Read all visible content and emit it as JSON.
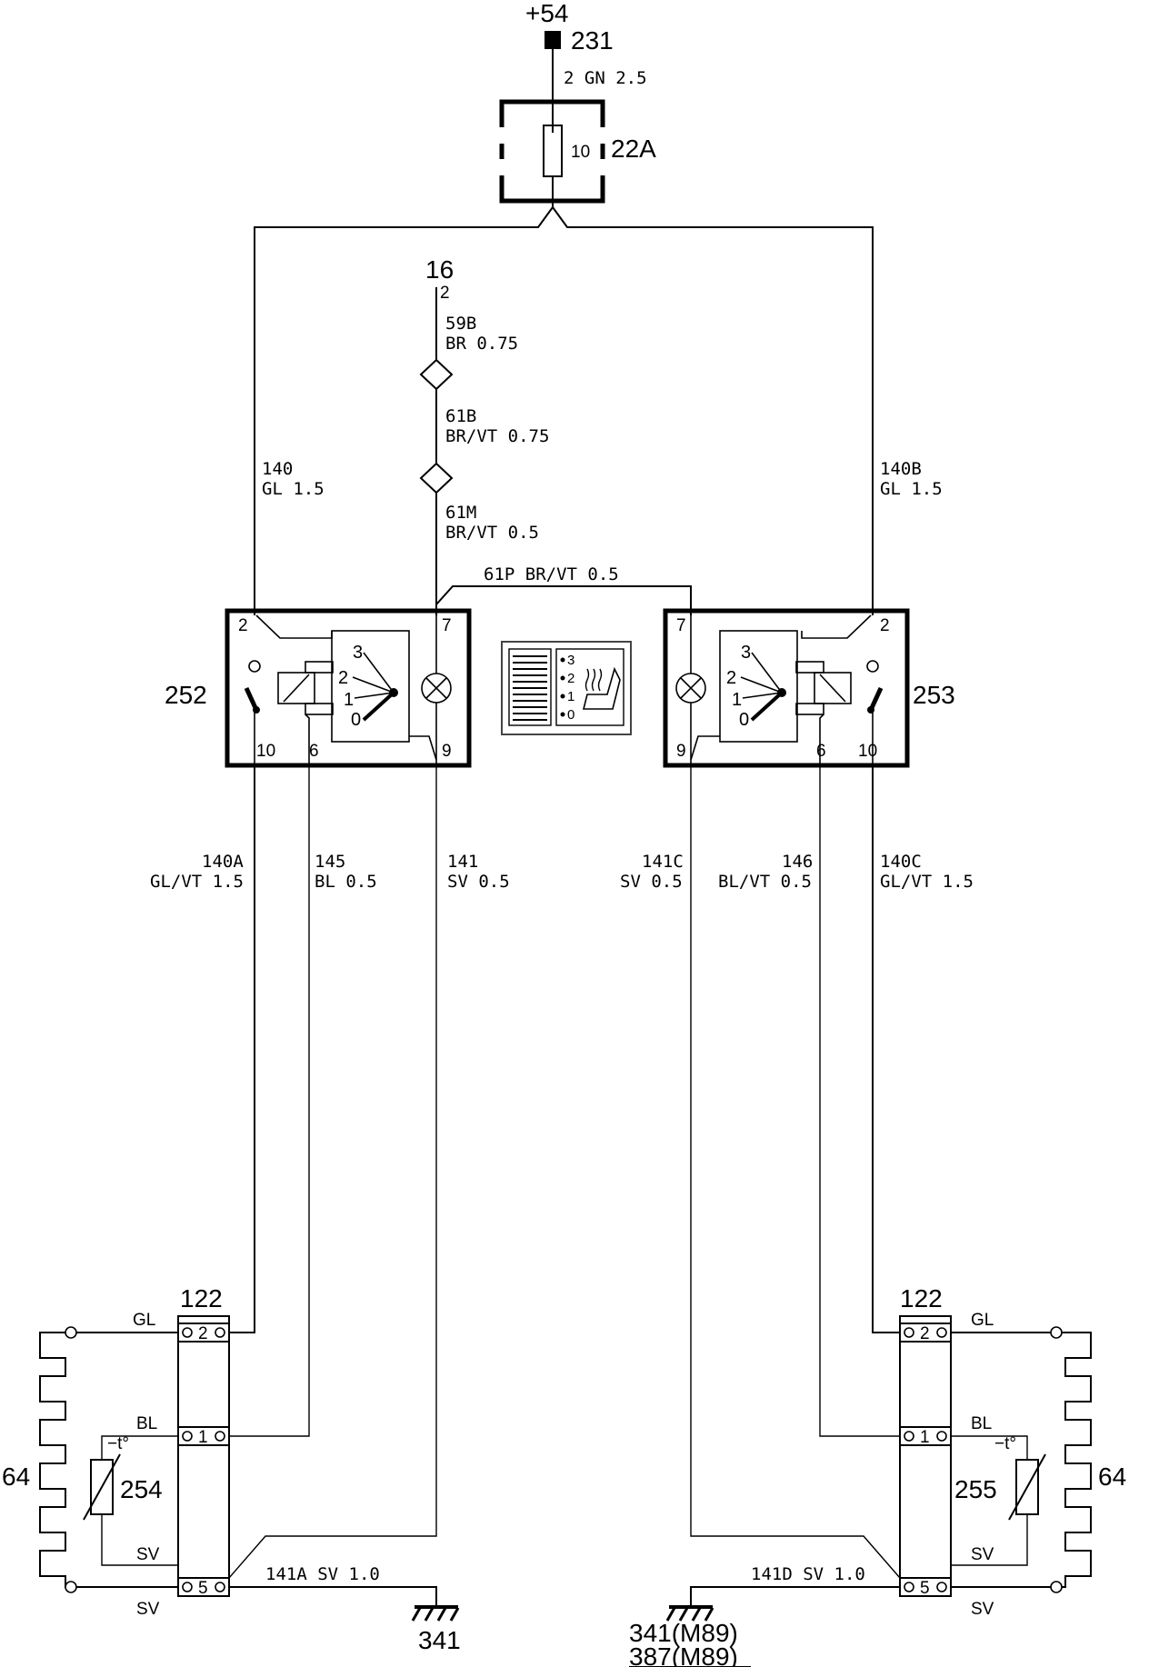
{
  "supply": {
    "terminal": "+54",
    "node": "231",
    "wire": "2 GN 2.5"
  },
  "fuse": {
    "pos": "10",
    "id": "22A"
  },
  "ground_ref": {
    "node": "16",
    "pin": "2"
  },
  "wires_center": [
    {
      "id": "59B",
      "spec": "BR 0.75"
    },
    {
      "id": "61B",
      "spec": "BR/VT 0.75"
    },
    {
      "id": "61M",
      "spec": "BR/VT 0.5"
    }
  ],
  "wire_61p": "61P BR/VT 0.5",
  "wire_140": {
    "id": "140",
    "spec": "GL 1.5"
  },
  "wire_140b": {
    "id": "140B",
    "spec": "GL 1.5"
  },
  "switches": {
    "left": {
      "id": "252",
      "pins": {
        "p2": "2",
        "p7": "7",
        "p10": "10",
        "p6": "6",
        "p9": "9"
      }
    },
    "right": {
      "id": "253",
      "pins": {
        "p7": "7",
        "p2": "2",
        "p9": "9",
        "p6": "6",
        "p10": "10"
      }
    },
    "positions": [
      "3",
      "2",
      "1",
      "0"
    ]
  },
  "lower_wires_left": [
    {
      "id": "140A",
      "spec": "GL/VT 1.5"
    },
    {
      "id": "145",
      "spec": "BL 0.5"
    },
    {
      "id": "141",
      "spec": "SV 0.5"
    }
  ],
  "lower_wires_right": [
    {
      "id": "141C",
      "spec": "SV 0.5"
    },
    {
      "id": "146",
      "spec": "BL/VT 0.5"
    },
    {
      "id": "140C",
      "spec": "GL/VT 1.5"
    }
  ],
  "connectors": {
    "left": {
      "id": "122",
      "pins": [
        "2",
        "1",
        "5"
      ]
    },
    "right": {
      "id": "122",
      "pins": [
        "2",
        "1",
        "5"
      ]
    }
  },
  "heaters": {
    "left": {
      "id": "64",
      "sensor": "254",
      "colors": [
        "GL",
        "BL",
        "SV",
        "SV"
      ],
      "temp": "−t°"
    },
    "right": {
      "id": "64",
      "sensor": "255",
      "colors": [
        "GL",
        "BL",
        "SV",
        "SV"
      ],
      "temp": "−t°"
    }
  },
  "ground_wires": {
    "left": "141A SV 1.0",
    "right": "141D SV 1.0"
  },
  "grounds": {
    "left": "341",
    "right_primary": "341(M89)",
    "right_secondary": "387(M89)"
  }
}
